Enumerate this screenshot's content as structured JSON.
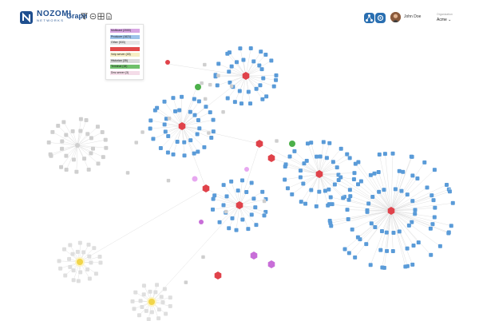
{
  "app": {
    "logo_word": "NOZOMI",
    "logo_sub": "NETWORKS",
    "title": "Graph"
  },
  "toolbar": {
    "icons": [
      "filter-icon",
      "link-icon",
      "grid-icon",
      "document-icon"
    ]
  },
  "header_actions": {
    "icons": [
      "network-icon",
      "settings-icon"
    ]
  },
  "user": {
    "name": "John Doe"
  },
  "organization": {
    "label": "Organization",
    "value": "Acme"
  },
  "legend": [
    {
      "label": "Multicast (2000)",
      "color": "#d8a6e3"
    },
    {
      "label": "Producer (1621)",
      "color": "#9dc3ea"
    },
    {
      "label": "Other (533)",
      "color": "#e6e6e6"
    },
    {
      "label": "",
      "color": "#e24a4a"
    },
    {
      "label": "Voip server (45)",
      "color": "#f6eec4"
    },
    {
      "label": "Historian (35)",
      "color": "#d9d9d9"
    },
    {
      "label": "Terminal (18)",
      "color": "#6fc06a"
    },
    {
      "label": "Dns server (3)",
      "color": "#f4dce8"
    }
  ],
  "colors": {
    "node_blue": "#5a9bd8",
    "node_red": "#e0424a",
    "node_gray": "#cfcfcf",
    "node_green": "#4cb04a",
    "node_purple": "#c86ed8",
    "node_yellow": "#f1d54a",
    "edge": "#d9d9d9",
    "brand": "#1f4f8f"
  }
}
